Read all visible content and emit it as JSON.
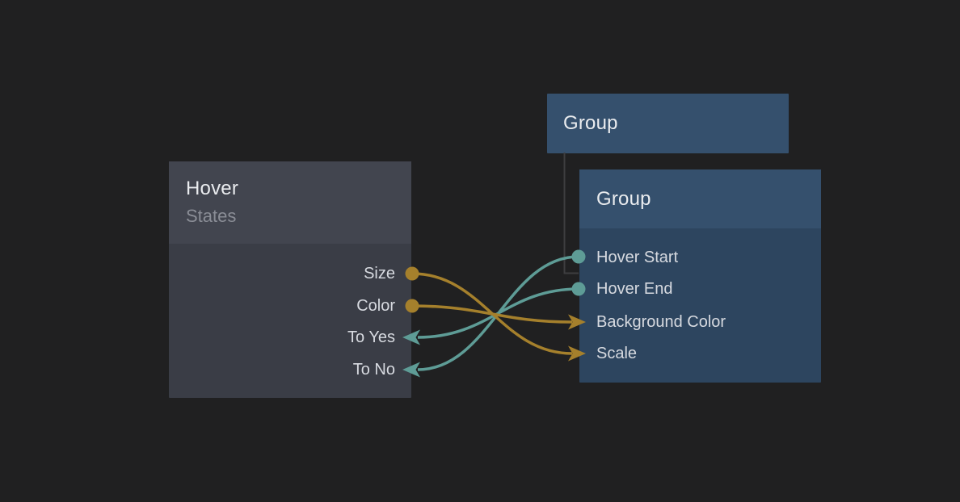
{
  "diagram": {
    "background_color": "#202021",
    "colors": {
      "event_wire": "#5E9C96",
      "property_wire": "#A5802C",
      "hierarchy_connector": "#3E3E40",
      "node_dark_header": "#42454F",
      "node_dark_body": "#3A3D46",
      "node_blue_header": "#35506D",
      "node_blue_body": "#2D455F",
      "title_text": "#EAECEF",
      "subtitle_text": "#8A8D96",
      "port_text": "#D7DAE0"
    },
    "nodes": [
      {
        "id": "hover-states",
        "title": "Hover",
        "subtitle": "States",
        "ports": [
          {
            "label": "Size",
            "side": "right",
            "type": "output-dot"
          },
          {
            "label": "Color",
            "side": "right",
            "type": "output-dot"
          },
          {
            "label": "To Yes",
            "side": "right",
            "type": "input-arrow"
          },
          {
            "label": "To No",
            "side": "right",
            "type": "input-arrow"
          }
        ]
      },
      {
        "id": "group-parent",
        "title": "Group",
        "subtitle": "",
        "ports": []
      },
      {
        "id": "group-child",
        "title": "Group",
        "subtitle": "",
        "ports": [
          {
            "label": "Hover Start",
            "side": "left",
            "type": "output-dot"
          },
          {
            "label": "Hover End",
            "side": "left",
            "type": "output-dot"
          },
          {
            "label": "Background Color",
            "side": "left",
            "type": "input-arrow"
          },
          {
            "label": "Scale",
            "side": "left",
            "type": "input-arrow"
          }
        ]
      }
    ],
    "connections": [
      {
        "from_node": "Group",
        "from_port": "Hover Start",
        "to_node": "Hover",
        "to_port": "To No",
        "color": "#5E9C96"
      },
      {
        "from_node": "Group",
        "from_port": "Hover End",
        "to_node": "Hover",
        "to_port": "To Yes",
        "color": "#5E9C96"
      },
      {
        "from_node": "Hover",
        "from_port": "Size",
        "to_node": "Group",
        "to_port": "Scale",
        "color": "#A5802C"
      },
      {
        "from_node": "Hover",
        "from_port": "Color",
        "to_node": "Group",
        "to_port": "Background Color",
        "color": "#A5802C"
      },
      {
        "from_node": "Group",
        "from_port": "",
        "to_node": "Group",
        "to_port": "",
        "color": "#3E3E40",
        "type": "hierarchy-link"
      }
    ]
  }
}
